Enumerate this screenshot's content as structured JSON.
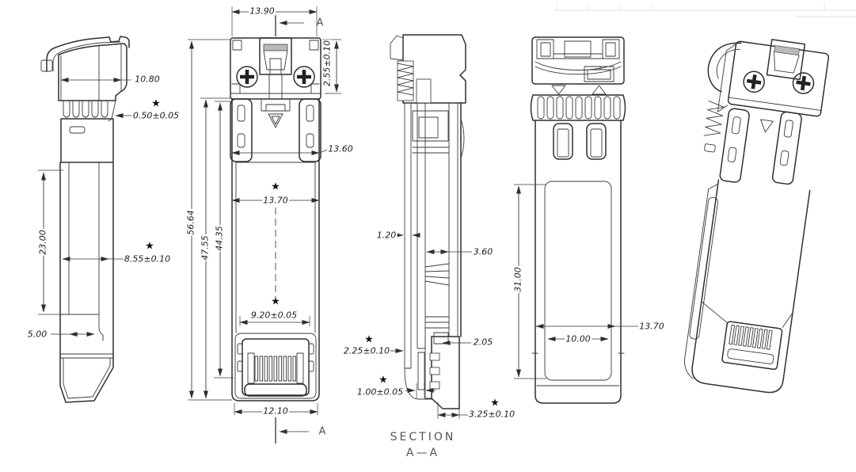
{
  "marker": {
    "glyph": "★"
  },
  "colors": {
    "line": "#2f2f2f",
    "background": "#ffffff",
    "hatch": "#5a5a5a",
    "shade": "#b9b9b9"
  },
  "section_label": {
    "line1": "SECTION",
    "line2": "A—A"
  },
  "cutting_plane": {
    "top": "A",
    "bottom": "A"
  },
  "dims": {
    "side": {
      "head_width": "10.80",
      "latch_gap": "0.50±0.05",
      "body_length": "23.00",
      "body_thickness": "8.55±0.10",
      "taper_offset": "5.00"
    },
    "front": {
      "head_width": "13.90",
      "screw_depth": "2.55±0.10",
      "rail_width": "13.60",
      "body_width": "13.70",
      "overall_length": "56.64",
      "mid_length": "47.55",
      "inner_length": "44.35",
      "connector_width": "9.20±0.05",
      "tail_width": "12.10"
    },
    "section": {
      "wall_thickness": "1.20",
      "cavity_width": "3.60",
      "pad_thickness": "2.25±0.10",
      "pcb_thickness": "2.05",
      "contact_width": "1.00±0.05",
      "edge_offset": "3.25±0.10"
    },
    "rear": {
      "label_length": "31.00",
      "body_width": "13.70",
      "label_width": "10.00"
    }
  }
}
